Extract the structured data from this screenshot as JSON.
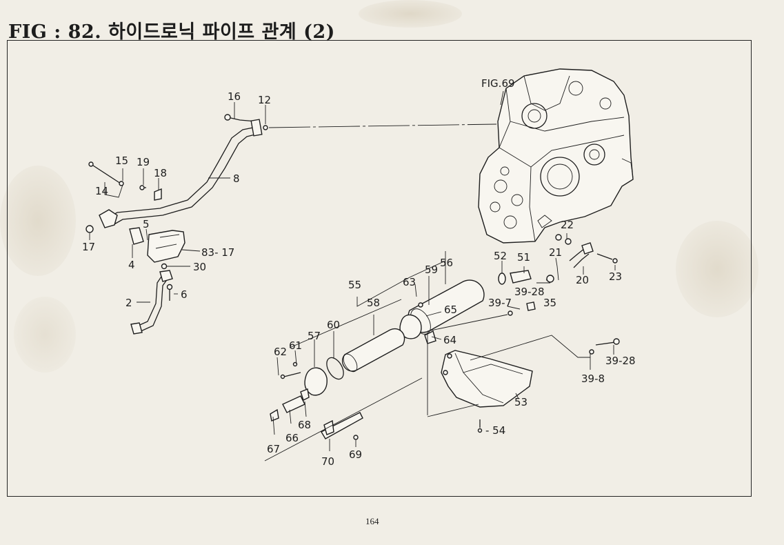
{
  "figure": {
    "number_label": "FIG : 82.",
    "title": "하이드로닉 파이프 관계 (2)",
    "page_number": "164"
  },
  "reference": {
    "label": "FIG.69"
  },
  "callouts": [
    {
      "id": "c16",
      "text": "16"
    },
    {
      "id": "c12",
      "text": "12"
    },
    {
      "id": "c15",
      "text": "15"
    },
    {
      "id": "c19",
      "text": "19"
    },
    {
      "id": "c18",
      "text": "18"
    },
    {
      "id": "c14",
      "text": "14"
    },
    {
      "id": "c8",
      "text": "8"
    },
    {
      "id": "c5",
      "text": "5"
    },
    {
      "id": "c17",
      "text": "17"
    },
    {
      "id": "c4",
      "text": "4"
    },
    {
      "id": "c83_17",
      "text": "83- 17"
    },
    {
      "id": "c30",
      "text": "30"
    },
    {
      "id": "c2",
      "text": "2"
    },
    {
      "id": "c6",
      "text": "6"
    },
    {
      "id": "c22",
      "text": "22"
    },
    {
      "id": "c21",
      "text": "21"
    },
    {
      "id": "c52",
      "text": "52"
    },
    {
      "id": "c51",
      "text": "51"
    },
    {
      "id": "c39_28a",
      "text": "39-28"
    },
    {
      "id": "c35",
      "text": "35"
    },
    {
      "id": "c20",
      "text": "20"
    },
    {
      "id": "c23",
      "text": "23"
    },
    {
      "id": "c55",
      "text": "55"
    },
    {
      "id": "c59",
      "text": "59"
    },
    {
      "id": "c56",
      "text": "56"
    },
    {
      "id": "c63",
      "text": "63"
    },
    {
      "id": "c39_7",
      "text": "39-7"
    },
    {
      "id": "c58",
      "text": "58"
    },
    {
      "id": "c65",
      "text": "65"
    },
    {
      "id": "c60",
      "text": "60"
    },
    {
      "id": "c57",
      "text": "57"
    },
    {
      "id": "c64",
      "text": "64"
    },
    {
      "id": "c61",
      "text": "61"
    },
    {
      "id": "c62",
      "text": "62"
    },
    {
      "id": "c39_28b",
      "text": "39-28"
    },
    {
      "id": "c39_8",
      "text": "39-8"
    },
    {
      "id": "c53",
      "text": "53"
    },
    {
      "id": "c68",
      "text": "68"
    },
    {
      "id": "c66",
      "text": "66"
    },
    {
      "id": "c67",
      "text": "67"
    },
    {
      "id": "c54",
      "text": "- 54"
    },
    {
      "id": "c70",
      "text": "70"
    },
    {
      "id": "c69",
      "text": "69"
    }
  ]
}
